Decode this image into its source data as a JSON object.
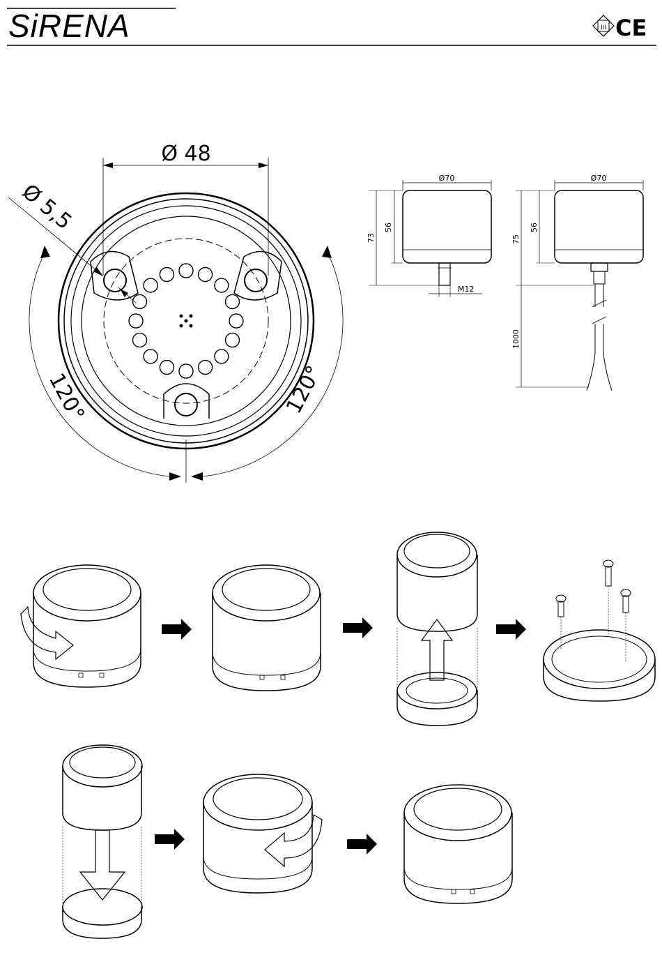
{
  "header": {
    "brand": "SiRENA",
    "class_mark": "III",
    "conformity_mark": "CE"
  },
  "base_drawing": {
    "mount_diameter_label": "Ø 48",
    "hole_diameter_label": "Ø 5,5",
    "angle_left_label": "120°",
    "angle_right_label": "120°"
  },
  "side_views": {
    "left": {
      "diameter_label": "Ø70",
      "total_height_label": "73",
      "body_height_label": "56",
      "thread_label": "M12"
    },
    "right": {
      "diameter_label": "Ø70",
      "total_height_label": "75",
      "body_height_label": "56",
      "cable_length_label": "1000"
    }
  },
  "assembly_steps": {
    "row1": [
      "rotate-cover",
      "closed-unit",
      "lift-cover",
      "screw-base"
    ],
    "row2": [
      "lower-cover",
      "rotate-back",
      "assembled-unit"
    ]
  },
  "colors": {
    "line": "#000000",
    "background": "#ffffff"
  }
}
